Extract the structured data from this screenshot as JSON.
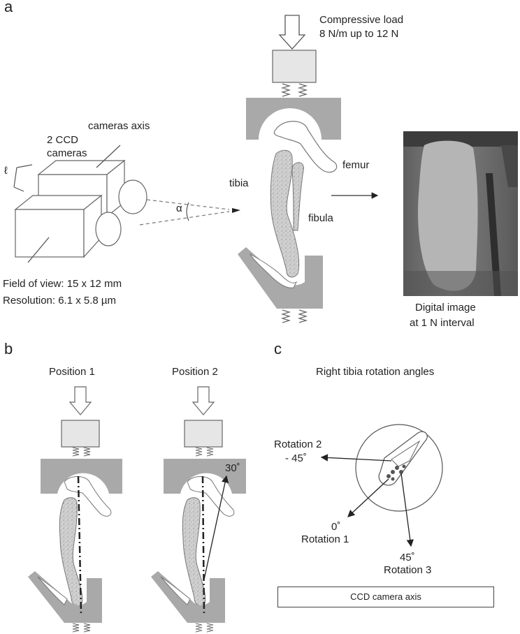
{
  "panels": {
    "a": "a",
    "b": "b",
    "c": "c"
  },
  "panel_a": {
    "load_line1": "Compressive load",
    "load_line2": "8 N/m up to 12 N",
    "cameras_axis": "cameras axis",
    "cameras_line1": "2 CCD",
    "cameras_line2": "cameras",
    "ell": "ℓ",
    "alpha": "α",
    "tibia": "tibia",
    "fibula": "fibula",
    "femur": "femur",
    "fov": "Field of view: 15 x 12 mm",
    "resolution": "Resolution: 6.1 x 5.8 µm",
    "image_line1": "Digital image",
    "image_line2": "at 1 N interval"
  },
  "panel_b": {
    "position1": "Position 1",
    "position2": "Position 2",
    "angle": "30˚"
  },
  "panel_c": {
    "title": "Right tibia rotation angles",
    "rot2_line1": "Rotation 2",
    "rot2_line2": "- 45˚",
    "rot1_line1": "0˚",
    "rot1_line2": "Rotation 1",
    "rot3_line1": "45˚",
    "rot3_line2": "Rotation 3",
    "camera_axis": "CCD camera axis"
  }
}
